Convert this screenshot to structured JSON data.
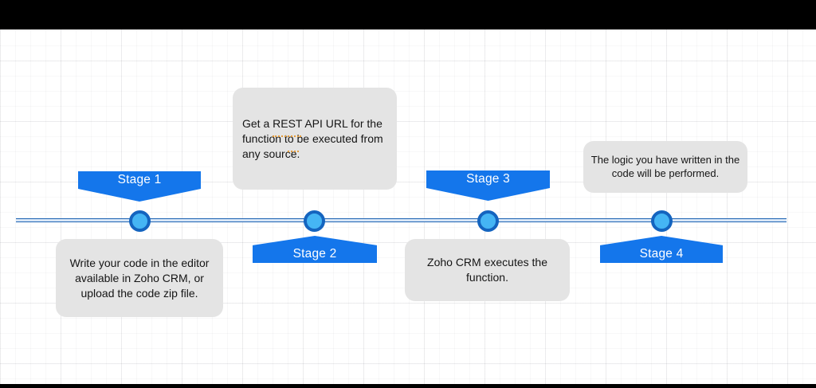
{
  "theme": {
    "accent_blue": "#1476eb",
    "node_fill": "#45b5f4",
    "node_ring": "#1464bf",
    "timeline_dark": "#1c62b2",
    "timeline_light": "#d9e7f7",
    "box_bg": "#e4e4e4",
    "text_dark": "#151515",
    "banner_text": "#ffffff",
    "bar_black": "#000000",
    "spellcheck": "#e39b3a"
  },
  "stages": [
    {
      "label": "Stage 1",
      "banner_side": "above-line",
      "description": "Write your code in the editor available in Zoho CRM, or upload the code zip file.",
      "description_lines": [
        "Write your code in the editor",
        "available in Zoho CRM, or",
        "upload the code zip file."
      ]
    },
    {
      "label": "Stage 2",
      "banner_side": "below-line",
      "description": "Get a REST API URL for the function to be executed from any source.",
      "description_lines": [
        "Get a REST API URL for the",
        "function to be executed from",
        "any source."
      ]
    },
    {
      "label": "Stage 3",
      "banner_side": "above-line",
      "description": "Zoho CRM executes the function.",
      "description_lines": [
        "Zoho CRM executes the",
        "function."
      ]
    },
    {
      "label": "Stage 4",
      "banner_side": "below-line",
      "description": "The logic you have written in the code will be performed.",
      "description_lines": [
        "The logic you have written in the",
        "code will be performed."
      ]
    }
  ]
}
